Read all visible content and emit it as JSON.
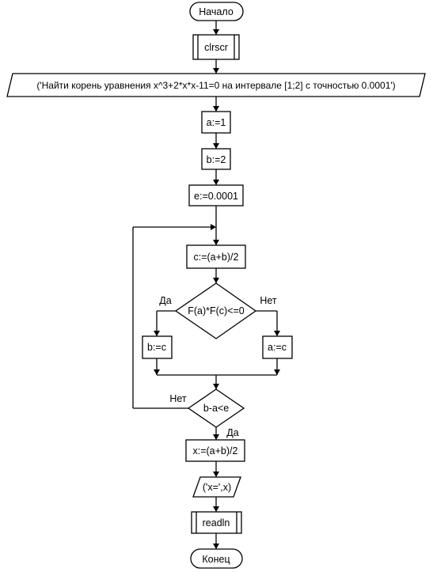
{
  "flowchart": {
    "start": "Начало",
    "clear_screen": "clrscr",
    "output_task": "('Найти корень уравнения x^3+2*x*x-11=0 на интервале [1;2] с точностью 0.0001')",
    "assign_a": "a:=1",
    "assign_b": "b:=2",
    "assign_e": "e:=0.0001",
    "assign_c": "c:=(a+b)/2",
    "condition_sign": "F(a)*F(c)<=0",
    "yes_label": "Да",
    "no_label": "Нет",
    "assign_b_c": "b:=c",
    "assign_a_c": "a:=c",
    "condition_precision": "b-a<e",
    "loop_no_label": "Нет",
    "exit_yes_label": "Да",
    "assign_x": "x:=(a+b)/2",
    "output_x": "('x=',x)",
    "read_line": "readln",
    "end": "Конец"
  }
}
